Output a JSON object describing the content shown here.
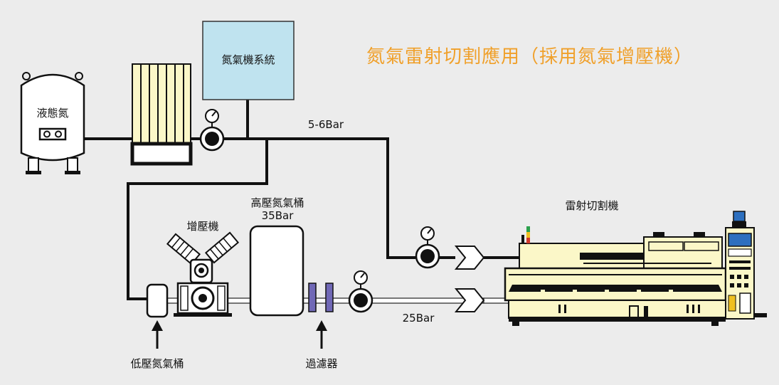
{
  "title": "氮氣雷射切割應用（採用氮氣增壓機）",
  "colors": {
    "background": "#ececec",
    "title": "#f0a02a",
    "pipe": "#111111",
    "hp_pipe": "#ffffff",
    "system_box": "#bfe3ef",
    "filter": "#7068b6",
    "machine": "#fbf7c8"
  },
  "components": {
    "liquid_nitrogen": {
      "label": "液態氮"
    },
    "nitrogen_system": {
      "label": "氮氣機系統"
    },
    "booster": {
      "label": "增壓機"
    },
    "hp_tank": {
      "label": "高壓氮氣桶",
      "pressure": "35Bar"
    },
    "lp_tank": {
      "label": "低壓氮氣桶"
    },
    "filter": {
      "label": "過濾器"
    },
    "laser_cutter": {
      "label": "雷射切割機"
    }
  },
  "pipes": {
    "low_pressure": {
      "label": "5-6Bar"
    },
    "high_pressure": {
      "label": "25Bar"
    }
  }
}
